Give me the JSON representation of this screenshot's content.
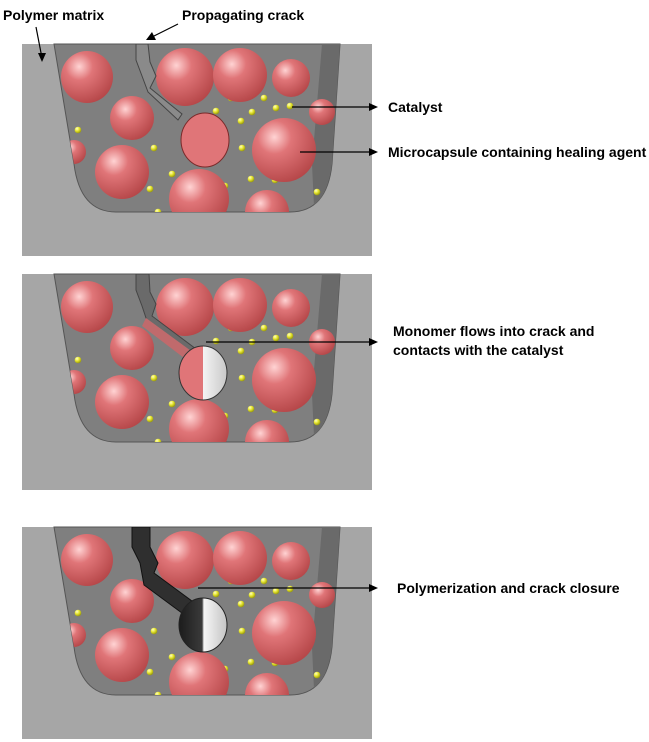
{
  "labels": {
    "polymer_matrix": "Polymer matrix",
    "propagating_crack": "Propagating crack",
    "catalyst": "Catalyst",
    "microcapsule": "Microcapsule containing healing agent",
    "monomer_line1": "Monomer flows into crack and",
    "monomer_line2": "contacts with the catalyst",
    "polymerization": "Polymerization and crack closure"
  },
  "colors": {
    "matrix": "#a6a6a6",
    "cavity": "#7f7f7f",
    "sphere_light": "#ffd3d3",
    "sphere_mid": "#e07578",
    "sphere_dark": "#b54648",
    "catalyst": "#e6e62e",
    "crack_fill": "#7a7a7a",
    "crack_healed": "#2f2f2f"
  },
  "panels": [
    {
      "name": "panel-initial-crack",
      "stage": "crack"
    },
    {
      "name": "panel-monomer-flow",
      "stage": "flow"
    },
    {
      "name": "panel-polymerization",
      "stage": "closed"
    }
  ]
}
